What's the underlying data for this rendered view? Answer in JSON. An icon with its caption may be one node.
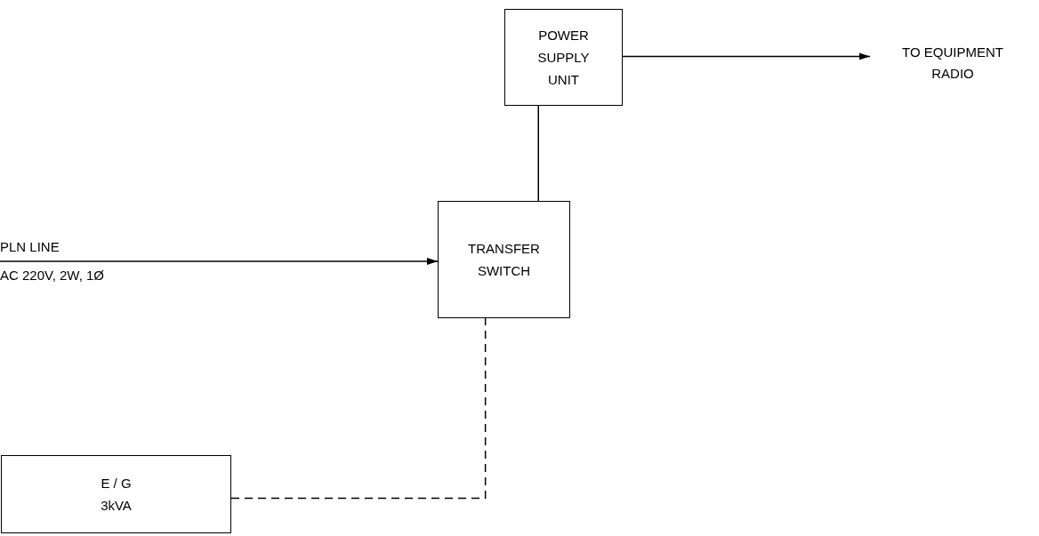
{
  "diagram": {
    "nodes": [
      {
        "text": [
          "POWER SUPPLY UNIT"
        ]
      },
      {
        "text": [
          "TRANSFER SWITCH"
        ]
      },
      {
        "text": [
          "E / G 3kVA"
        ]
      },
      {
        "text": [
          "TO EQUIPMENT RADIO"
        ]
      },
      {
        "text": [
          "PLN LINE",
          "AC 220V, 2W, 1Ø"
        ]
      }
    ],
    "edges": [
      {
        "from": 1,
        "to": 0,
        "arrow": "none"
      },
      {
        "from": 0,
        "to": 3,
        "arrow": "to"
      },
      {
        "from": 4,
        "to": 1,
        "arrow": "to"
      },
      {
        "from": 2,
        "to": 1,
        "arrow": "none",
        "style": "dashed"
      }
    ]
  }
}
